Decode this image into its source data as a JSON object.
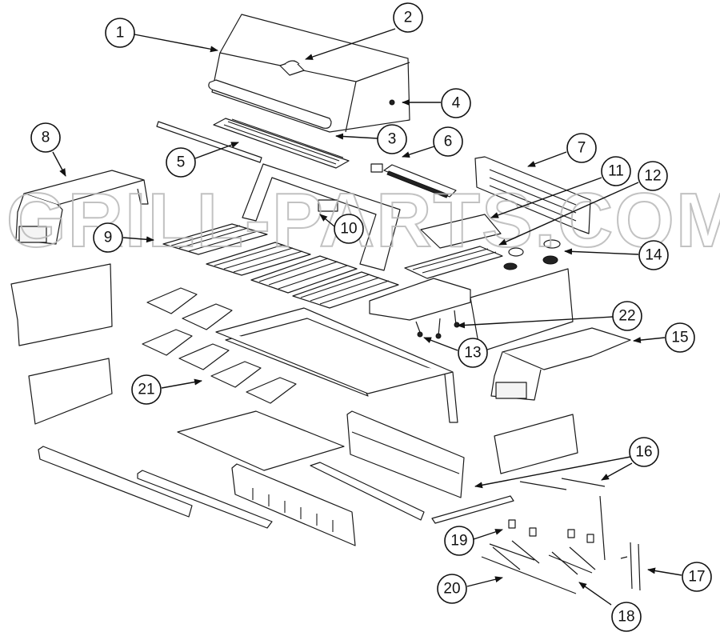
{
  "watermark": "GRILL-PARTS.COM",
  "callouts": [
    "1",
    "2",
    "3",
    "4",
    "5",
    "6",
    "7",
    "8",
    "9",
    "10",
    "11",
    "12",
    "13",
    "14",
    "15",
    "16",
    "17",
    "18",
    "19",
    "20",
    "21",
    "22"
  ]
}
